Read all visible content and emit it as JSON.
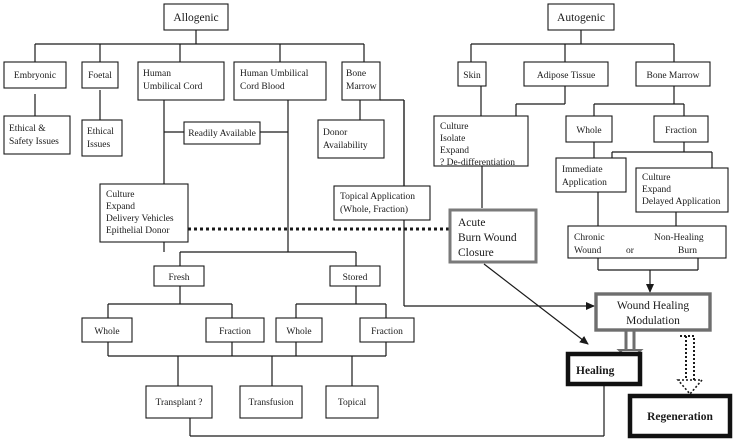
{
  "diagram": {
    "top": {
      "allogenic": "Allogenic",
      "autogenic": "Autogenic"
    },
    "allogenic_sources": {
      "embryonic": "Embryonic",
      "foetal": "Foetal",
      "umbilical_cord": [
        "Human",
        "Umbilical Cord"
      ],
      "cord_blood": [
        "Human Umbilical",
        "Cord Blood"
      ],
      "bone_marrow": [
        "Bone",
        "Marrow"
      ]
    },
    "allogenic_notes": {
      "ethical_safety": [
        "Ethical &",
        "Safety Issues"
      ],
      "ethical_issues": [
        "Ethical",
        "Issues"
      ],
      "readily_available": "Readily Available",
      "donor_availability": [
        "Donor",
        "Availability"
      ],
      "culture_expand": [
        "Culture",
        "Expand",
        "Delivery Vehicles",
        "Epithelial Donor"
      ],
      "topical_application": [
        "Topical Application",
        "(Whole, Fraction)"
      ]
    },
    "autogenic_sources": {
      "skin": "Skin",
      "adipose": "Adipose Tissue",
      "bone_marrow": "Bone Marrow"
    },
    "autogenic_notes": {
      "culture_isolate": [
        "Culture",
        "Isolate",
        "Expand",
        "? De-differentiation"
      ],
      "whole": "Whole",
      "fraction": "Fraction",
      "immediate": [
        "Immediate",
        "Application"
      ],
      "culture_delayed": [
        "Culture",
        "Expand",
        "Delayed Application"
      ],
      "chronic": {
        "line1_left": "Chronic",
        "line1_right": "Non-Healing",
        "line2_left": "Wound",
        "line2_mid": "or",
        "line2_right": "Burn"
      }
    },
    "acute": [
      "Acute",
      "Burn Wound",
      "Closure"
    ],
    "storage": {
      "fresh": "Fresh",
      "stored": "Stored",
      "whole": "Whole",
      "fraction": "Fraction"
    },
    "delivery": {
      "transplant": "Transplant ?",
      "transfusion": "Transfusion",
      "topical": "Topical"
    },
    "outcomes": {
      "wound_healing": [
        "Wound Healing",
        "Modulation"
      ],
      "healing": "Healing",
      "regeneration": "Regeneration"
    }
  }
}
